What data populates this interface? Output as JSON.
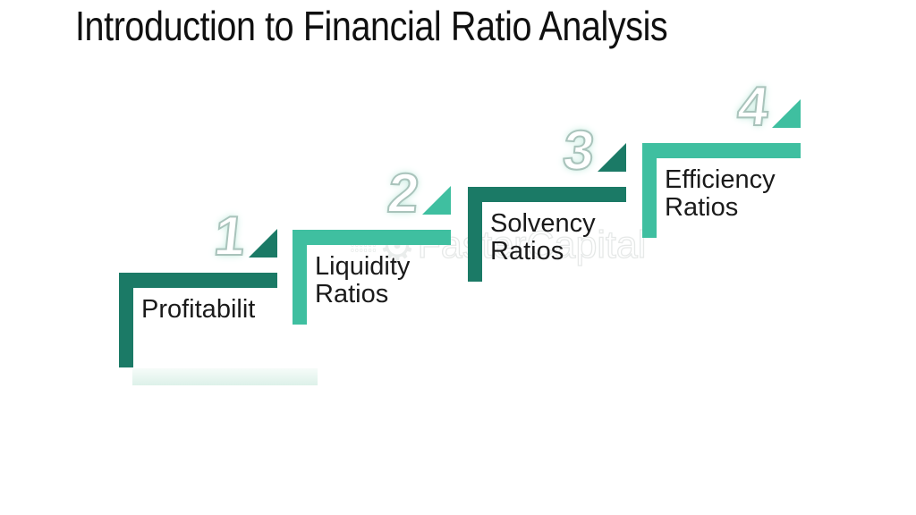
{
  "title": "Introduction to Financial Ratio Analysis",
  "colors": {
    "dark_teal": "#1b7a66",
    "light_teal": "#3fbfa0"
  },
  "watermark": {
    "text": "FasterCapital",
    "gear": "⚙",
    "dots": "oooooo\noooooo\noooooo"
  },
  "steps": [
    {
      "number": "1",
      "line1": "Profitabilit",
      "line2": ""
    },
    {
      "number": "2",
      "line1": "Liquidity",
      "line2": "Ratios"
    },
    {
      "number": "3",
      "line1": "Solvency",
      "line2": "Ratios"
    },
    {
      "number": "4",
      "line1": "Efficiency",
      "line2": "Ratios"
    }
  ]
}
